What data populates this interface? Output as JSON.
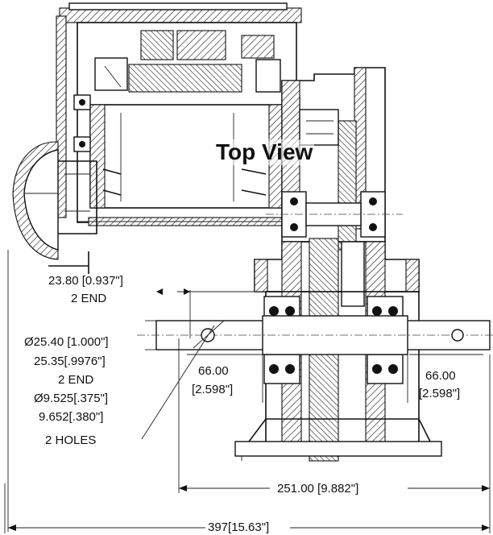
{
  "view_title": "Top View",
  "dimensions": {
    "end_offset": {
      "line1": "23.80 [0.937\"]",
      "line2": "2 END"
    },
    "shaft_diameter": {
      "line1": "Ø25.40 [1.000\"]",
      "line2": "25.35[.9976\"]",
      "line3": "2 END"
    },
    "holes": {
      "line1": "Ø9.525[.375\"]",
      "line2": "9.652[.380\"]",
      "line3": "2 HOLES"
    },
    "left_shaft_length": {
      "line1": "66.00",
      "line2": "[2.598\"]"
    },
    "right_shaft_length": {
      "line1": "66.00",
      "line2": "[2.598\"]"
    },
    "shaft_span": "251.00 [9.882\"]",
    "overall_length": "397[15.63\"]"
  }
}
